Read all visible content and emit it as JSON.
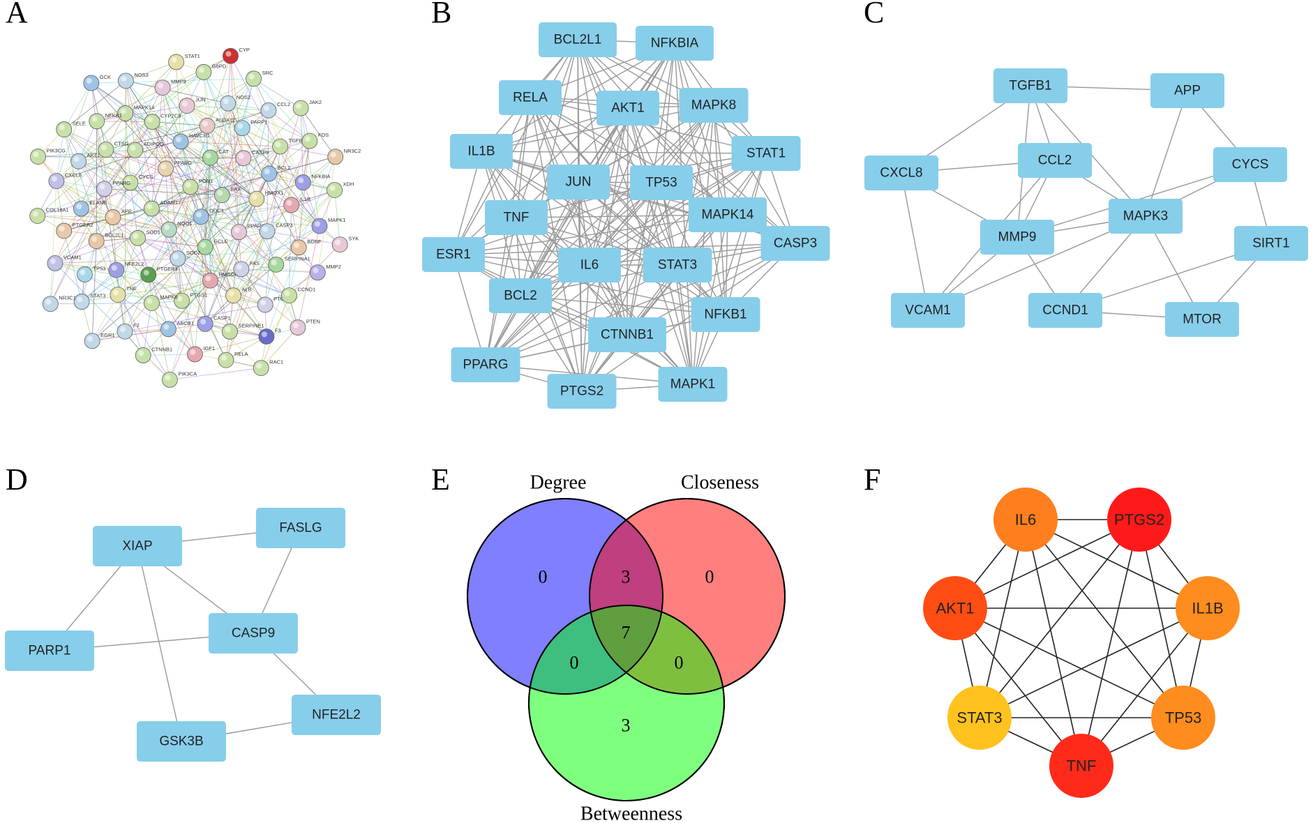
{
  "panels": {
    "A": {
      "letter": "A",
      "nodes": [
        {
          "label": "ODC1",
          "color": "#9fc3e6"
        },
        {
          "label": "NQO1",
          "color": "#b5dcc8"
        },
        {
          "label": "PON1",
          "color": "#c8e0a8"
        },
        {
          "label": "GCLC",
          "color": "#a8d8a0"
        },
        {
          "label": "ADAM17",
          "color": "#c8e0a8"
        },
        {
          "label": "BAX",
          "color": "#b8d8b0"
        },
        {
          "label": "SOD2",
          "color": "#c0d8e8"
        },
        {
          "label": "PPARD",
          "color": "#e6d3b0"
        },
        {
          "label": "PPARA",
          "color": "#e8c8d8"
        },
        {
          "label": "SOD1",
          "color": "#c8e0a8"
        },
        {
          "label": "CAT",
          "color": "#a8d8a0"
        },
        {
          "label": "HMGCR",
          "color": "#e6a8b0"
        },
        {
          "label": "CYCS",
          "color": "#c8e0a8"
        },
        {
          "label": "HMOX1",
          "color": "#e6e0a8"
        },
        {
          "label": "PTGER3",
          "color": "#5aa050"
        },
        {
          "label": "HAVCR1",
          "color": "#9fc3e6"
        },
        {
          "label": "FAS",
          "color": "#d0d0e8"
        },
        {
          "label": "APP",
          "color": "#e8c8a8"
        },
        {
          "label": "CASP9",
          "color": "#e8c8d8"
        },
        {
          "label": "PTGS1",
          "color": "#c8e0a8"
        },
        {
          "label": "ADIPOQ",
          "color": "#c8e0a8"
        },
        {
          "label": "CASP3",
          "color": "#c0d8e8"
        },
        {
          "label": "NFE2L2",
          "color": "#9f9fe6"
        },
        {
          "label": "ALOX12",
          "color": "#e8c8c8"
        },
        {
          "label": "ALB",
          "color": "#e6e0a8"
        },
        {
          "label": "PPARG",
          "color": "#d0d0e8"
        },
        {
          "label": "BCL2",
          "color": "#9fc3e6"
        },
        {
          "label": "MAPK8",
          "color": "#c8e0a8"
        },
        {
          "label": "CYP2C9",
          "color": "#c8e0a8"
        },
        {
          "label": "SERPINA1",
          "color": "#a8d8a0"
        },
        {
          "label": "BCL2L1",
          "color": "#e6c8a8"
        },
        {
          "label": "PARP1",
          "color": "#a8d8e8"
        },
        {
          "label": "CASP1",
          "color": "#9f9fe6"
        },
        {
          "label": "CTSG",
          "color": "#c8e0a8"
        },
        {
          "label": "IL1B",
          "color": "#e6a8b0"
        },
        {
          "label": "TNF",
          "color": "#e6e0a8"
        },
        {
          "label": "JUN",
          "color": "#e8c8d8"
        },
        {
          "label": "PTGS2",
          "color": "#d0d0e8"
        },
        {
          "label": "ELANE",
          "color": "#9fc3e6"
        },
        {
          "label": "TGFB1",
          "color": "#c8e0a8"
        },
        {
          "label": "ABCB1",
          "color": "#9fc3e6"
        },
        {
          "label": "MAPK14",
          "color": "#c8e0a8"
        },
        {
          "label": "BDNF",
          "color": "#e8c8a8"
        },
        {
          "label": "TP53",
          "color": "#a8d8e8"
        },
        {
          "label": "NOS2",
          "color": "#c0d8e8"
        },
        {
          "label": "SERPINE1",
          "color": "#c8e0a8"
        },
        {
          "label": "AKT1",
          "color": "#c0d8e8"
        },
        {
          "label": "NFKBIA",
          "color": "#9f9fe6"
        },
        {
          "label": "F2",
          "color": "#c0d8e8"
        },
        {
          "label": "MMP9",
          "color": "#e6c8d8"
        },
        {
          "label": "CCND1",
          "color": "#c8e0a8"
        },
        {
          "label": "PTGER2",
          "color": "#e8c8a8"
        },
        {
          "label": "CCL2",
          "color": "#c0d8e8"
        },
        {
          "label": "IGF1",
          "color": "#e6a8b0"
        },
        {
          "label": "NFKB1",
          "color": "#c8e0a8"
        },
        {
          "label": "MAPK1",
          "color": "#9f9fe6"
        },
        {
          "label": "STAT3",
          "color": "#c0d8e8"
        },
        {
          "label": "G6PD",
          "color": "#c8e0a8"
        },
        {
          "label": "F3",
          "color": "#6a6acc"
        },
        {
          "label": "CXCL8",
          "color": "#c0c0e8"
        },
        {
          "label": "FOS",
          "color": "#c8e0a8"
        },
        {
          "label": "CTNNB1",
          "color": "#c8e0a8"
        },
        {
          "label": "NOS3",
          "color": "#c0d8e8"
        },
        {
          "label": "MMP2",
          "color": "#b8b0e8"
        },
        {
          "label": "VCAM1",
          "color": "#c0c0e8"
        },
        {
          "label": "SRC",
          "color": "#c8e0a8"
        },
        {
          "label": "RELA",
          "color": "#c8e0a8"
        },
        {
          "label": "SELE",
          "color": "#c8e0a8"
        },
        {
          "label": "XDH",
          "color": "#c8e0a8"
        },
        {
          "label": "EGR1",
          "color": "#c0d8e8"
        },
        {
          "label": "STAT1",
          "color": "#e6e0a8"
        },
        {
          "label": "PTEN",
          "color": "#e6c8d8"
        },
        {
          "label": "COL18A1",
          "color": "#c8e0a8"
        },
        {
          "label": "JAK2",
          "color": "#c8e0a8"
        },
        {
          "label": "PIK3CA",
          "color": "#c8e0a8"
        },
        {
          "label": "GCK",
          "color": "#9fc3e6"
        },
        {
          "label": "SYK",
          "color": "#e8c8d8"
        },
        {
          "label": "NR3C1",
          "color": "#c0d8e8"
        },
        {
          "label": "CYP",
          "color": "#cc3030"
        },
        {
          "label": "RAC1",
          "color": "#c8e0a8"
        },
        {
          "label": "PIK3CG",
          "color": "#c8e0a8"
        },
        {
          "label": "NR3C2",
          "color": "#e6c8a8"
        }
      ]
    },
    "B": {
      "letter": "B",
      "nodes": [
        "BCL2L1",
        "NFKBIA",
        "RELA",
        "AKT1",
        "MAPK8",
        "IL1B",
        "STAT1",
        "JUN",
        "TP53",
        "TNF",
        "MAPK14",
        "ESR1",
        "CASP3",
        "IL6",
        "STAT3",
        "BCL2",
        "NFKB1",
        "CTNNB1",
        "PPARG",
        "PTGS2",
        "MAPK1"
      ]
    },
    "C": {
      "letter": "C",
      "nodes": [
        "TGFB1",
        "APP",
        "CXCL8",
        "CCL2",
        "CYCS",
        "MMP9",
        "MAPK3",
        "SIRT1",
        "VCAM1",
        "CCND1",
        "MTOR"
      ],
      "edges": [
        [
          "TGFB1",
          "APP"
        ],
        [
          "TGFB1",
          "CXCL8"
        ],
        [
          "TGFB1",
          "CCL2"
        ],
        [
          "TGFB1",
          "MMP9"
        ],
        [
          "TGFB1",
          "MAPK3"
        ],
        [
          "APP",
          "CYCS"
        ],
        [
          "APP",
          "MAPK3"
        ],
        [
          "CXCL8",
          "CCL2"
        ],
        [
          "CXCL8",
          "MMP9"
        ],
        [
          "CXCL8",
          "VCAM1"
        ],
        [
          "CCL2",
          "MMP9"
        ],
        [
          "CCL2",
          "MAPK3"
        ],
        [
          "CCL2",
          "VCAM1"
        ],
        [
          "CYCS",
          "SIRT1"
        ],
        [
          "CYCS",
          "MAPK3"
        ],
        [
          "CYCS",
          "MMP9"
        ],
        [
          "MMP9",
          "MAPK3"
        ],
        [
          "MMP9",
          "VCAM1"
        ],
        [
          "MMP9",
          "CCND1"
        ],
        [
          "MAPK3",
          "CCND1"
        ],
        [
          "MAPK3",
          "MTOR"
        ],
        [
          "MAPK3",
          "VCAM1"
        ],
        [
          "SIRT1",
          "CCND1"
        ],
        [
          "SIRT1",
          "MTOR"
        ],
        [
          "CCND1",
          "MTOR"
        ]
      ]
    },
    "D": {
      "letter": "D",
      "nodes": [
        "XIAP",
        "FASLG",
        "PARP1",
        "CASP9",
        "NFE2L2",
        "GSK3B"
      ],
      "edges": [
        [
          "XIAP",
          "FASLG"
        ],
        [
          "XIAP",
          "PARP1"
        ],
        [
          "XIAP",
          "CASP9"
        ],
        [
          "XIAP",
          "GSK3B"
        ],
        [
          "FASLG",
          "CASP9"
        ],
        [
          "PARP1",
          "CASP9"
        ],
        [
          "CASP9",
          "NFE2L2"
        ],
        [
          "GSK3B",
          "NFE2L2"
        ]
      ]
    },
    "E": {
      "letter": "E",
      "sets": [
        {
          "name": "Degree",
          "color": "#7f7fff"
        },
        {
          "name": "Closeness",
          "color": "#ff7f7f"
        },
        {
          "name": "Betweenness",
          "color": "#7fff7f"
        }
      ],
      "regions": {
        "degree_only": "0",
        "closeness_only": "0",
        "betweenness_only": "3",
        "degree_closeness": "3",
        "degree_betweenness": "0",
        "closeness_betweenness": "0",
        "all": "7"
      }
    },
    "F": {
      "letter": "F",
      "nodes": [
        {
          "label": "IL6",
          "color": "#ff7f1e"
        },
        {
          "label": "PTGS2",
          "color": "#ff1a1a"
        },
        {
          "label": "AKT1",
          "color": "#ff4d14"
        },
        {
          "label": "IL1B",
          "color": "#ff8c1e"
        },
        {
          "label": "STAT3",
          "color": "#ffc21e"
        },
        {
          "label": "TP53",
          "color": "#ff8c1e"
        },
        {
          "label": "TNF",
          "color": "#ff2a1a"
        }
      ]
    }
  }
}
